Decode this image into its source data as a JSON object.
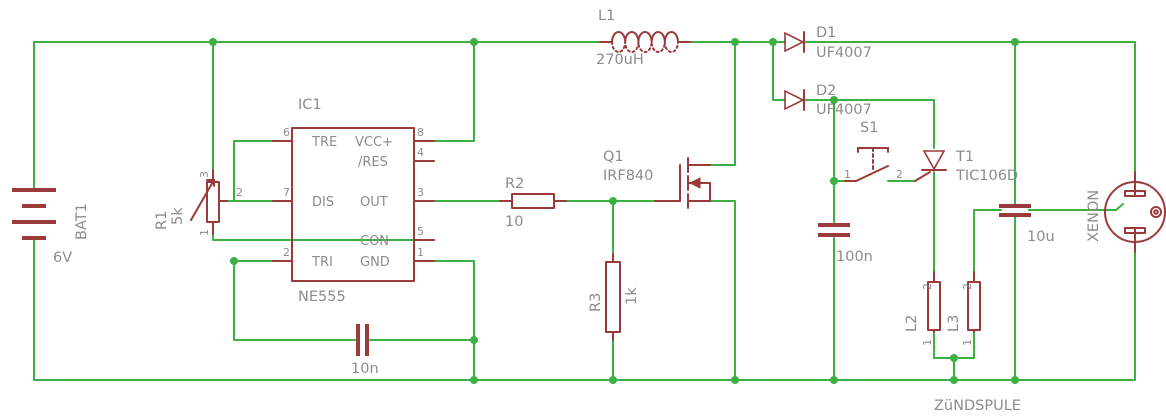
{
  "colors": {
    "wire": "#3cb043",
    "part": "#9b3a3a",
    "label": "#8c8c8c",
    "background": "#ffffff"
  },
  "components": {
    "bat1": {
      "name": "BAT1",
      "value": "6V"
    },
    "r1": {
      "name": "R1",
      "value": "5k",
      "pins": [
        "1",
        "2",
        "3"
      ]
    },
    "ic1": {
      "name": "IC1",
      "value": "NE555",
      "pins": {
        "tre": "TRE",
        "vcc": "VCC+",
        "res": "/RES",
        "dis": "DIS",
        "out": "OUT",
        "con": "CON",
        "tri": "TRI",
        "gnd": "GND"
      },
      "pin_numbers": {
        "tre": "6",
        "vcc": "8",
        "res": "4",
        "dis": "7",
        "out": "3",
        "con": "5",
        "tri": "2",
        "gnd": "1"
      }
    },
    "c_10n": {
      "value": "10n"
    },
    "l1": {
      "name": "L1",
      "value": "270uH"
    },
    "r2": {
      "name": "R2",
      "value": "10"
    },
    "r3": {
      "name": "R3",
      "value": "1k"
    },
    "q1": {
      "name": "Q1",
      "value": "IRF840"
    },
    "d1": {
      "name": "D1",
      "value": "UF4007"
    },
    "d2": {
      "name": "D2",
      "value": "UF4007"
    },
    "s1": {
      "name": "S1",
      "pins": [
        "1",
        "2"
      ]
    },
    "t1": {
      "name": "T1",
      "value": "TIC106D"
    },
    "c_100n": {
      "value": "100n"
    },
    "c_10u": {
      "value": "10u"
    },
    "l2": {
      "name": "L2",
      "pins": [
        "2",
        "1"
      ]
    },
    "l3": {
      "name": "L3",
      "pins": [
        "2",
        "1"
      ]
    },
    "xenon": {
      "name": "XENON"
    },
    "coil": {
      "name": "ZüNDSPULE"
    }
  }
}
